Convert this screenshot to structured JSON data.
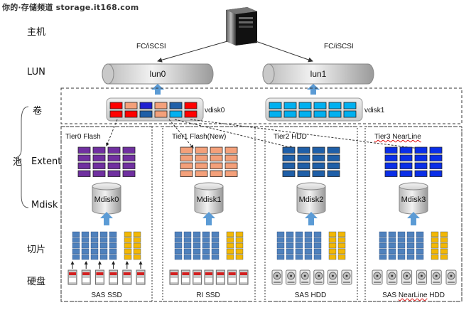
{
  "watermark": "你的·存储频道 storage.it168.com",
  "row_labels": {
    "host": "主机",
    "lun": "LUN",
    "volume": "卷",
    "pool": "池",
    "extent": "Extent",
    "mdisk": "Mdisk",
    "slice": "切片",
    "disk": "硬盘"
  },
  "protocols": [
    "FC/iSCSI",
    "FC/iSCSI"
  ],
  "luns": [
    "lun0",
    "lun1"
  ],
  "vdisks": [
    "vdisk0",
    "vdisk1"
  ],
  "tiers": [
    {
      "title": "Tier0 Flash",
      "mdisk": "Mdisk0",
      "disk_type": "SAS SSD",
      "color": "#7030a0"
    },
    {
      "title": "Tier1 Flash(New)",
      "mdisk": "Mdisk1",
      "disk_type": "RI SSD",
      "color": "#f4a07a"
    },
    {
      "title": "Tier2 HDD",
      "mdisk": "Mdisk2",
      "disk_type": "SAS HDD",
      "color": "#1f5fa8"
    },
    {
      "title": "Tier3 NearLine",
      "mdisk": "Mdisk3",
      "disk_type": "SAS NearLine HDD",
      "color": "#0a2ee8"
    }
  ],
  "colors": {
    "slice_blue": "#4f81bd",
    "slice_gold": "#f2b705",
    "arrow": "#5b9bd5",
    "vdisk0_red": "#ff0000",
    "vdisk1_cyan": "#00b0f0"
  },
  "icons": {
    "host": "server-tower-icon",
    "ssd": "ssd-drive-icon",
    "hdd": "hdd-platter-icon"
  }
}
